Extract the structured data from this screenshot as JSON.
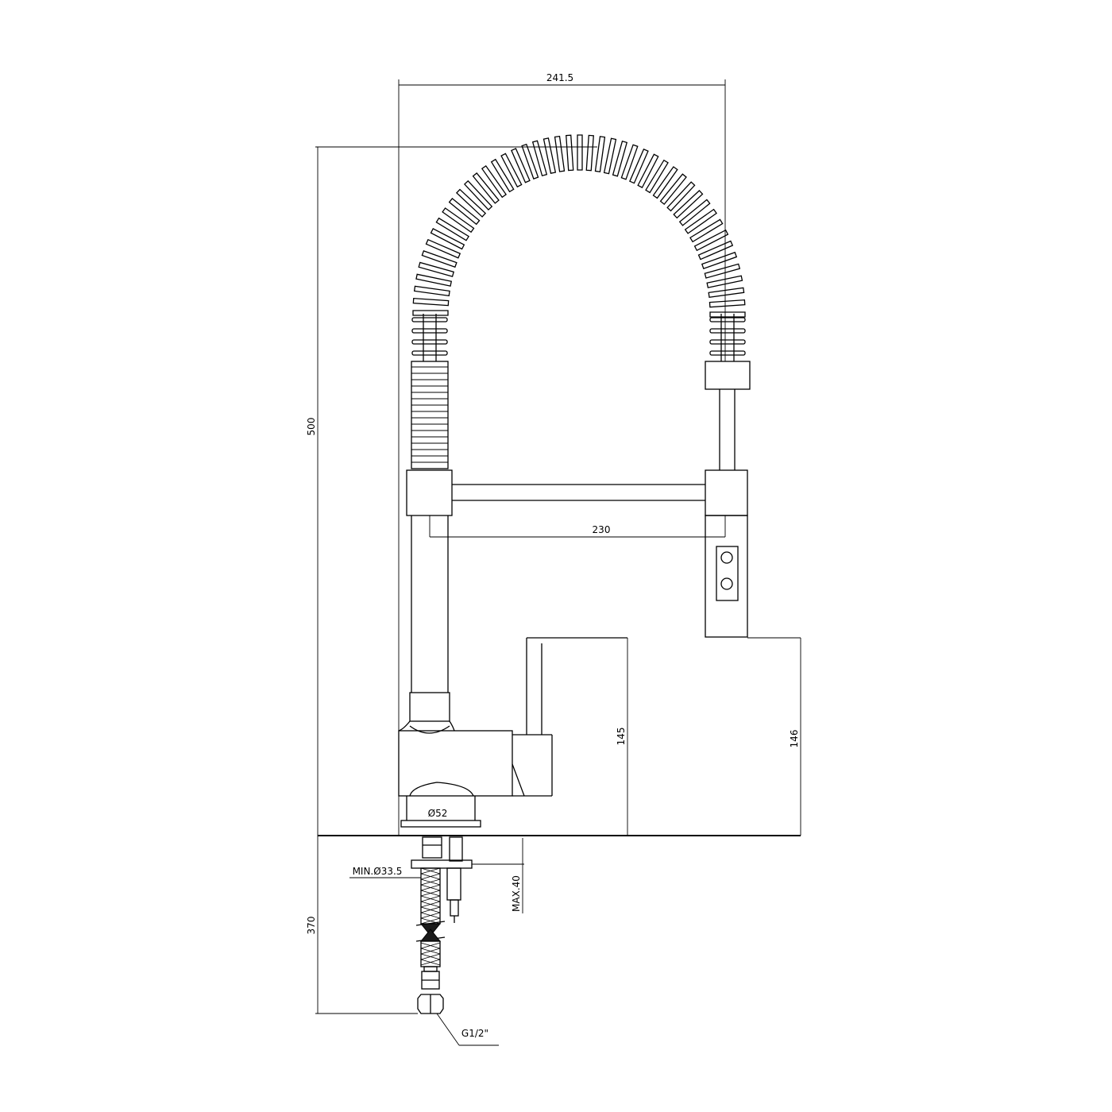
{
  "dimensions": {
    "overall_width": "241.5",
    "overall_height": "500",
    "spout_reach": "230",
    "body_height": "145",
    "spray_head_height": "146",
    "base_diameter": "Ø52",
    "hole_diameter": "MIN.Ø33.5",
    "max_deck_thickness": "MAX.40",
    "hose_length": "370",
    "thread": "G1/2\""
  },
  "colors": {
    "line": "#000000",
    "background": "#ffffff"
  }
}
